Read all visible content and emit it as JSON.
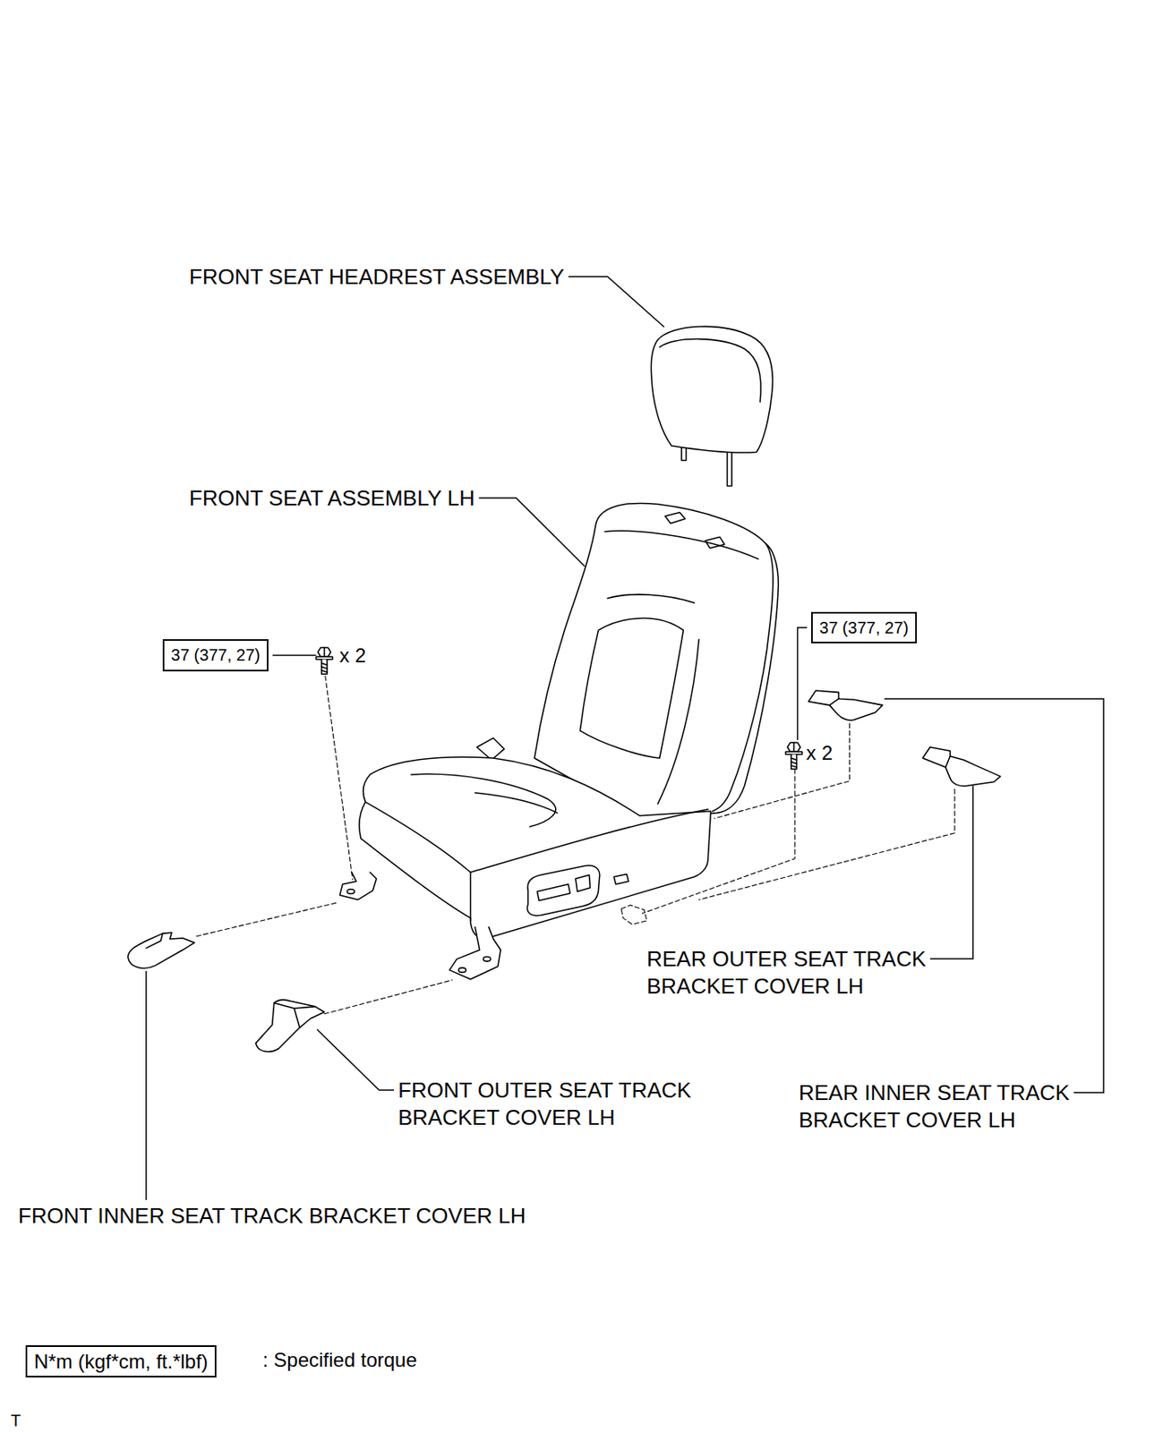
{
  "diagram": {
    "nodes": [
      {
        "text": [
          "37 (377, 27)"
        ]
      },
      {
        "text": [
          "37 (377, 27)"
        ]
      },
      {
        "text": [
          "N*m (kgf*cm, ft.*lbf)"
        ]
      }
    ],
    "labels": [
      "FRONT SEAT HEADREST ASSEMBLY",
      "FRONT SEAT ASSEMBLY LH",
      "x 2",
      "x 2",
      "REAR OUTER SEAT TRACK BRACKET COVER LH",
      "FRONT OUTER SEAT TRACK BRACKET COVER LH",
      "REAR INNER SEAT TRACK BRACKET COVER LH",
      "FRONT INNER SEAT TRACK BRACKET COVER LH",
      ": Specified torque",
      "T"
    ]
  }
}
